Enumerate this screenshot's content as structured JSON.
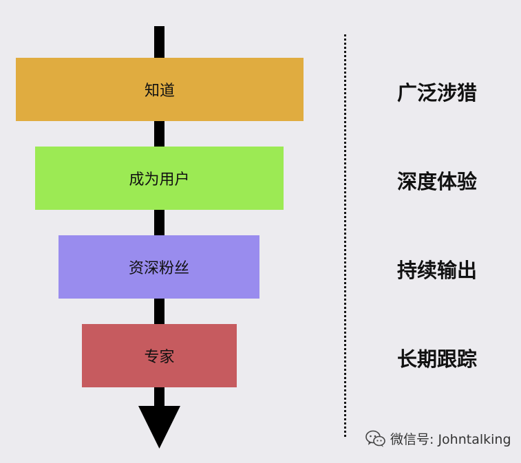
{
  "colors": {
    "background": "#ecebef",
    "stage_1": "#e0ac40",
    "stage_2": "#9cea54",
    "stage_3": "#998cee",
    "stage_4": "#c65b5f",
    "arrow": "#000000"
  },
  "stages": [
    {
      "label": "知道"
    },
    {
      "label": "成为用户"
    },
    {
      "label": "资深粉丝"
    },
    {
      "label": "专家"
    }
  ],
  "right_labels": [
    {
      "label": "广泛涉猎"
    },
    {
      "label": "深度体验"
    },
    {
      "label": "持续输出"
    },
    {
      "label": "长期跟踪"
    }
  ],
  "watermark": {
    "icon": "wechat-icon",
    "text": "微信号: Johntalking"
  }
}
